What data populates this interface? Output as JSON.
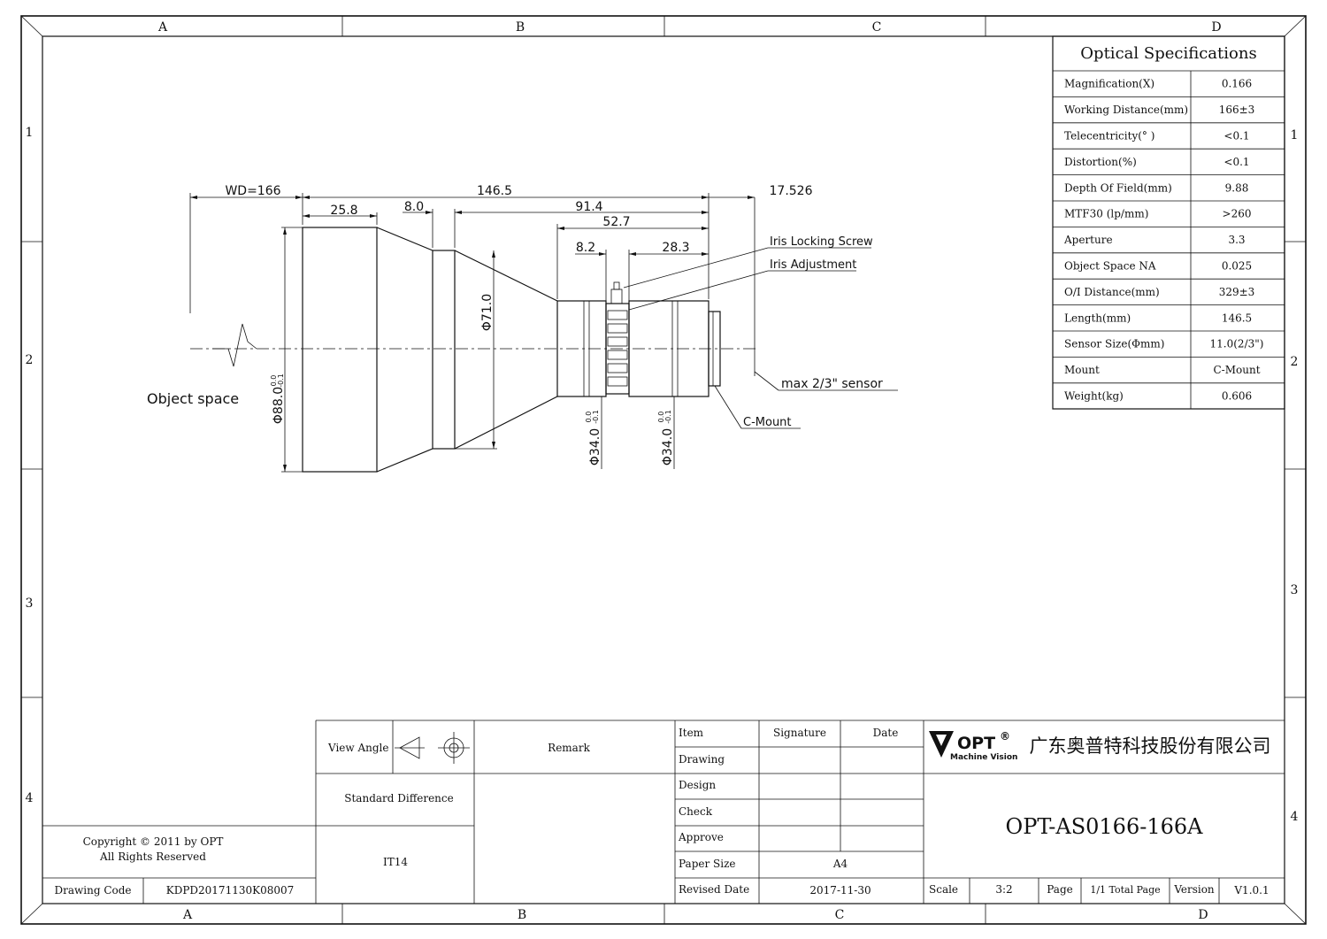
{
  "frame": {
    "col_labels": [
      "A",
      "B",
      "C",
      "D"
    ],
    "row_labels": [
      "1",
      "2",
      "3",
      "4"
    ]
  },
  "drawing": {
    "dimensions": {
      "wd": "WD=166",
      "length": "146.5",
      "flange": "17.526",
      "d25_8": "25.8",
      "d8_0": "8.0",
      "d91_4": "91.4",
      "d52_7": "52.7",
      "d8_2": "8.2",
      "d28_3": "28.3",
      "dia71": "Φ71.0",
      "dia88": "Φ88.0",
      "dia34_a": "Φ34.0",
      "dia34_b": "Φ34.0",
      "tol_upper": "0.0",
      "tol_lower": "-0.1"
    },
    "callouts": {
      "iris_lock": "Iris Locking Screw",
      "iris_adj": "Iris Adjustment",
      "sensor": "max 2/3\" sensor",
      "mount": "C-Mount",
      "object_space": "Object space"
    }
  },
  "specs": {
    "title": "Optical Specifications",
    "rows": [
      {
        "label": "Magnification(X)",
        "value": "0.166"
      },
      {
        "label": "Working Distance(mm)",
        "value": "166±3"
      },
      {
        "label": "Telecentricity(° )",
        "value": "<0.1"
      },
      {
        "label": "Distortion(%)",
        "value": "<0.1"
      },
      {
        "label": "Depth Of Field(mm)",
        "value": "9.88"
      },
      {
        "label": "MTF30 (lp/mm)",
        "value": ">260"
      },
      {
        "label": "Aperture",
        "value": "3.3"
      },
      {
        "label": "Object Space NA",
        "value": "0.025"
      },
      {
        "label": "O/I Distance(mm)",
        "value": "329±3"
      },
      {
        "label": "Length(mm)",
        "value": "146.5"
      },
      {
        "label": "Sensor Size(Φmm)",
        "value": "11.0(2/3\")"
      },
      {
        "label": "Mount",
        "value": "C-Mount"
      },
      {
        "label": "Weight(kg)",
        "value": "0.606"
      }
    ]
  },
  "titleblock": {
    "view_angle": "View Angle",
    "remark": "Remark",
    "std_diff": "Standard Difference",
    "it": "IT14",
    "copyright_1": "Copyright © 2011 by OPT",
    "copyright_2": "All Rights Reserved",
    "drawing_code_label": "Drawing Code",
    "drawing_code": "KDPD20171130K08007",
    "item": "Item",
    "signature": "Signature",
    "date": "Date",
    "drawing": "Drawing",
    "design": "Design",
    "check": "Check",
    "approve": "Approve",
    "paper_size_label": "Paper Size",
    "paper_size": "A4",
    "revised_label": "Revised Date",
    "revised": "2017-11-30",
    "logo_text": "OPT",
    "logo_sub": "Machine Vision",
    "company": "广东奥普特科技股份有限公司",
    "part_number": "OPT-AS0166-166A",
    "scale_label": "Scale",
    "scale": "3:2",
    "page_label": "Page",
    "page": "1/1 Total Page",
    "version_label": "Version",
    "version": "V1.0.1"
  }
}
